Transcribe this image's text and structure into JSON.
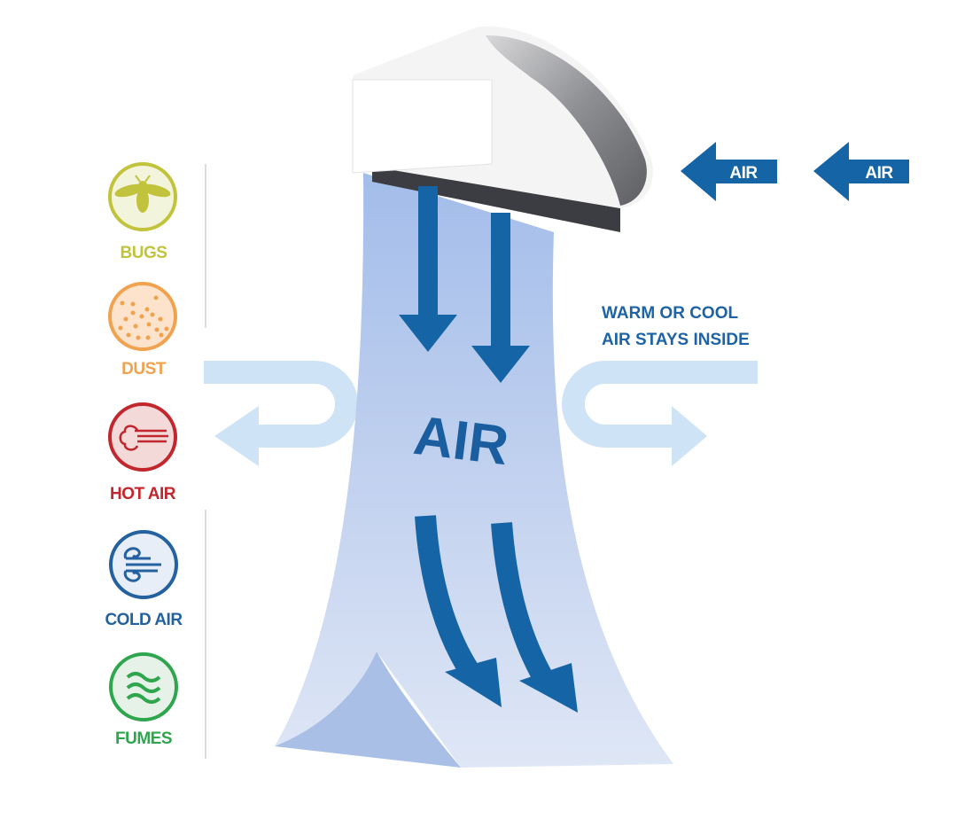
{
  "colors": {
    "bugs": "#c2c33c",
    "dust": "#f1a24e",
    "hot_air": "#c1272d",
    "cold_air": "#23619f",
    "fumes": "#2fa64e",
    "arrow": "#1565a6",
    "curtain": "#b6c9ec",
    "return_arrow": "#cfe3f6"
  },
  "blocked": [
    {
      "label": "BUGS",
      "icon": "bee-icon"
    },
    {
      "label": "DUST",
      "icon": "dust-particles-icon"
    },
    {
      "label": "HOT AIR",
      "icon": "hot-air-cloud-icon"
    },
    {
      "label": "COLD AIR",
      "icon": "wind-icon"
    },
    {
      "label": "FUMES",
      "icon": "fumes-waves-icon"
    }
  ],
  "intake_arrows": [
    "AIR",
    "AIR"
  ],
  "curtain_label": "AIR",
  "inside_note": [
    "WARM OR COOL",
    "AIR STAYS INSIDE"
  ]
}
